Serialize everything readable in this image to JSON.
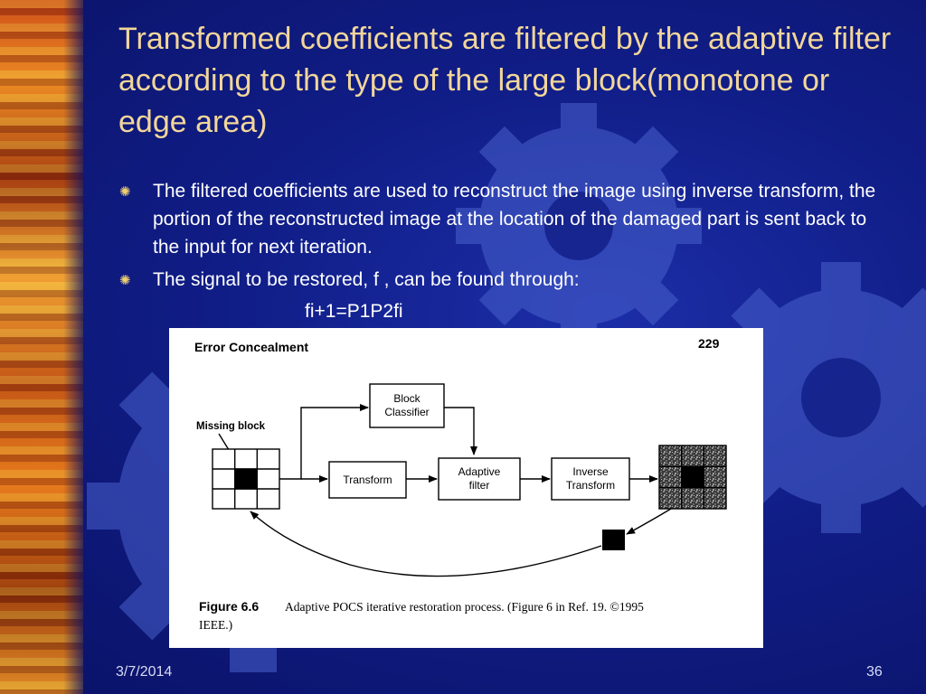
{
  "slide": {
    "title": "Transformed coefficients are filtered by the adaptive filter according to the type of the large block(monotone or edge area)",
    "bullets": [
      "The filtered coefficients are used to reconstruct the image using inverse transform, the portion of the reconstructed image at the location of the damaged part is sent back to the input for next iteration.",
      "The signal to be restored, f , can be found through:"
    ],
    "formula": "fi+1=P1P2fi",
    "bullet_icon": "asterisk-bullet-icon"
  },
  "figure": {
    "header_left": "Error Concealment",
    "header_right": "229",
    "missing_block_label": "Missing block",
    "block_classifier_line1": "Block",
    "block_classifier_line2": "Classifier",
    "transform_label": "Transform",
    "adaptive_filter_line1": "Adaptive",
    "adaptive_filter_line2": "filter",
    "inverse_transform_line1": "Inverse",
    "inverse_transform_line2": "Transform",
    "caption_label": "Figure 6.6",
    "caption_line1": "Adaptive POCS iterative restoration process. (Figure 6 in Ref. 19. ©1995",
    "caption_line2": "IEEE.)"
  },
  "footer": {
    "date": "3/7/2014",
    "page_number": "36"
  },
  "colors": {
    "background": "#101d86",
    "title": "#f2d69a",
    "body_text": "#ffffff",
    "bullet": "#f0d070",
    "gear": "#5a72d8"
  }
}
